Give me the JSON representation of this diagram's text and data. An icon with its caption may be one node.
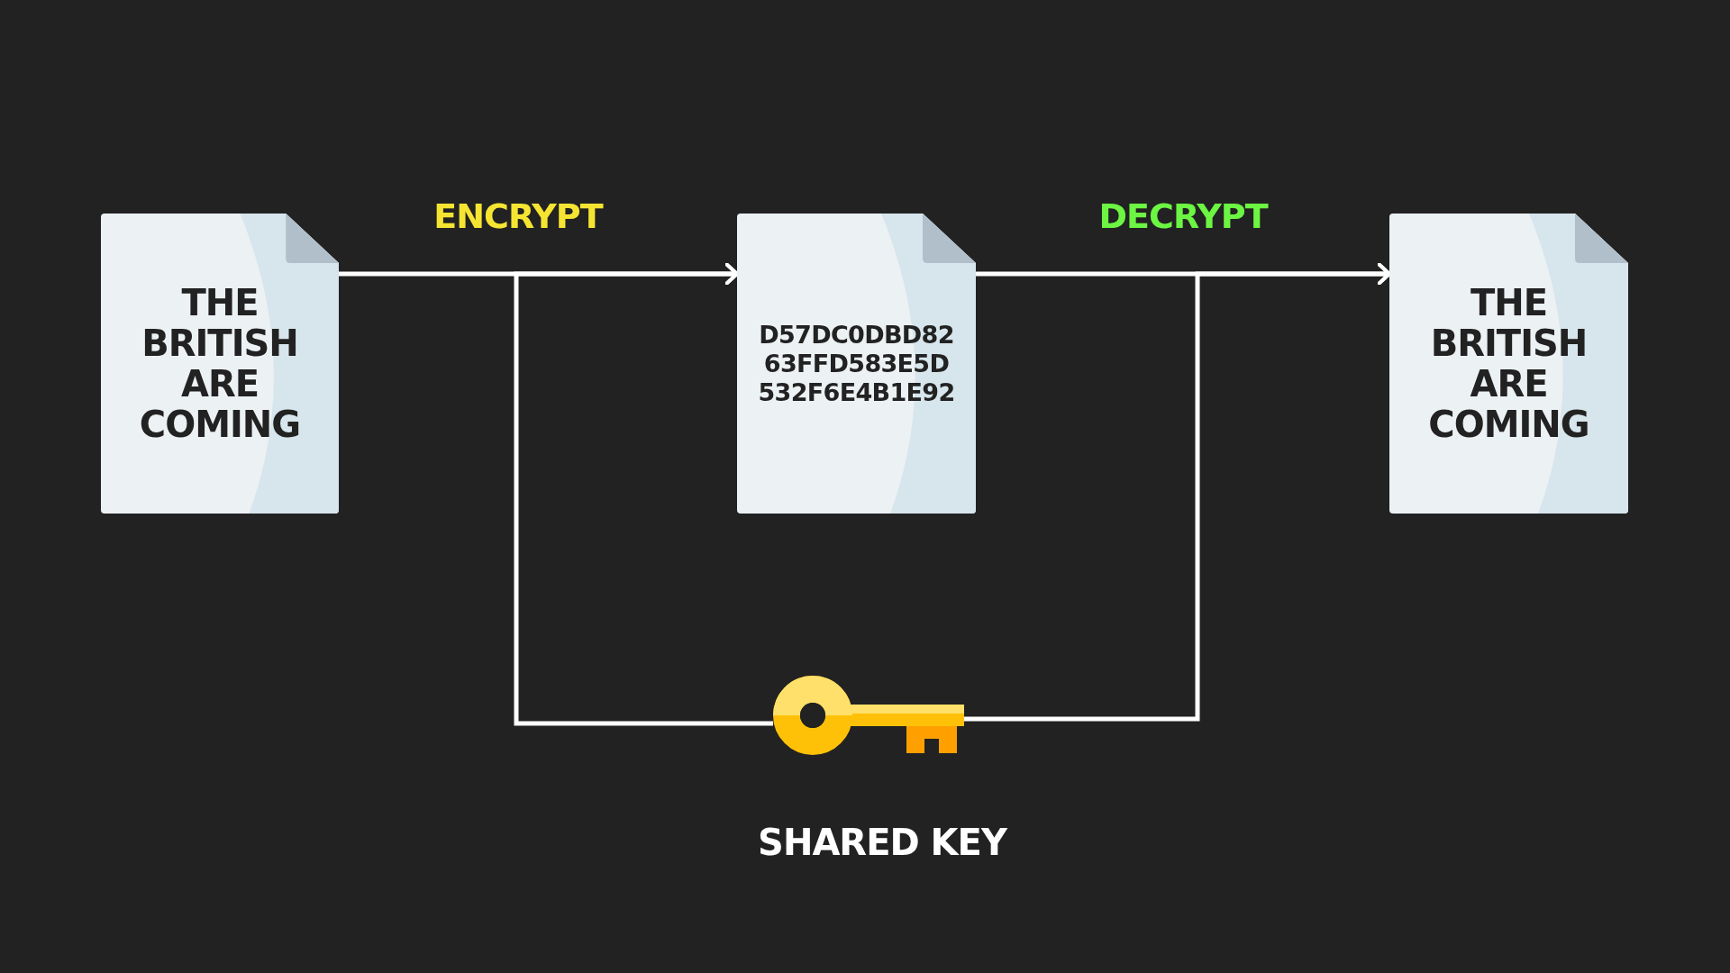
{
  "diagram": {
    "nodes": [
      {
        "text": [
          "THE BRITISH ARE COMING"
        ]
      },
      {
        "text": [
          "D57DC0DBD82 63FFD583E5D 532F6E4B1E92"
        ]
      },
      {
        "text": [
          "THE BRITISH ARE COMING"
        ]
      },
      {
        "text": [],
        "shape": "picture",
        "beside": [
          "SHARED KEY"
        ]
      }
    ],
    "edges": [
      {
        "from": 0,
        "to": 1,
        "arrow": "to",
        "label": "ENCRYPT"
      },
      {
        "from": 1,
        "to": 2,
        "arrow": "to",
        "label": "DECRYPT"
      },
      {
        "from": 3,
        "to": 1,
        "arrow": "to"
      },
      {
        "from": 3,
        "to": 2,
        "arrow": "to"
      }
    ]
  }
}
